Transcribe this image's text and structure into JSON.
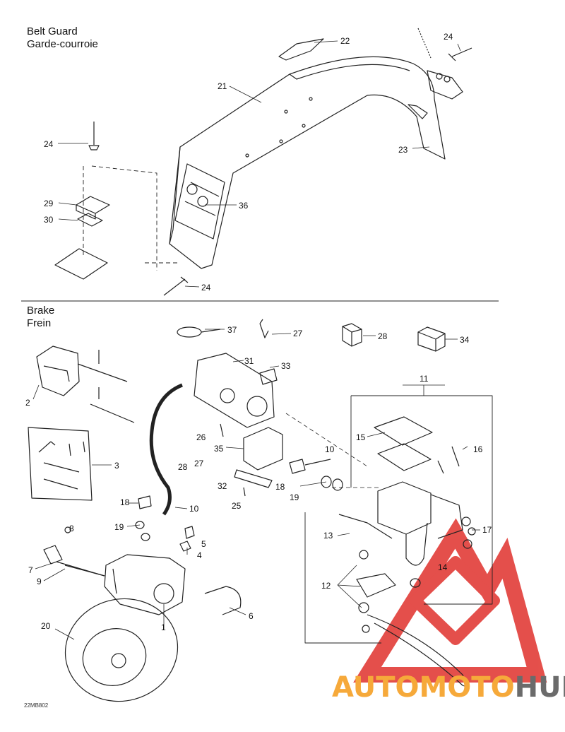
{
  "sections": {
    "belt_guard": {
      "title_en": "Belt Guard",
      "title_fr": "Garde-courroie"
    },
    "brake": {
      "title_en": "Brake",
      "title_fr": "Frein"
    }
  },
  "callouts": [
    "22",
    "24",
    "21",
    "24",
    "23",
    "29",
    "30",
    "36",
    "24",
    "37",
    "27",
    "28",
    "34",
    "31",
    "33",
    "11",
    "2",
    "15",
    "16",
    "26",
    "3",
    "10",
    "35",
    "28",
    "27",
    "32",
    "18",
    "19",
    "25",
    "18",
    "10",
    "17",
    "13",
    "19",
    "8",
    "5",
    "4",
    "14",
    "7",
    "9",
    "12",
    "6",
    "1",
    "20"
  ],
  "drawing_ref": "22MB802",
  "watermark": {
    "part1": "AUTOMOTO",
    "part2": "HUB",
    "color_primary": "#e0312c",
    "color_orange": "#f6a93a",
    "color_gray": "#6b6b6b"
  }
}
